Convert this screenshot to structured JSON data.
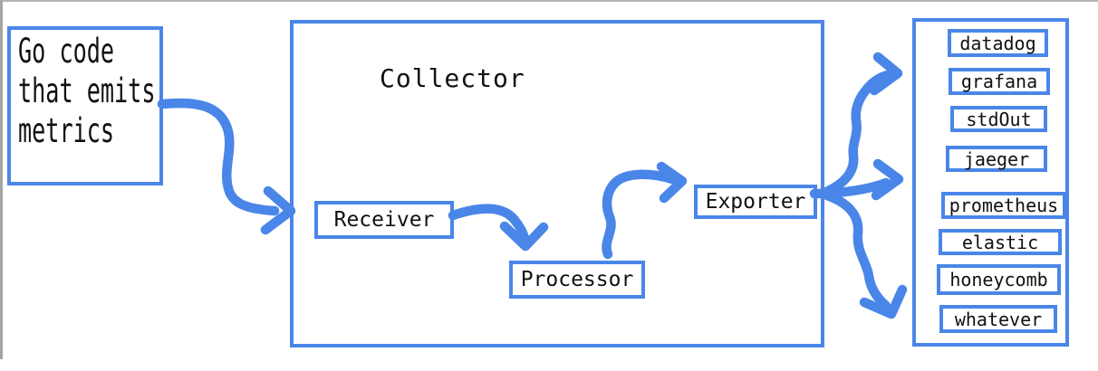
{
  "colors": {
    "accent_blue": "#4a86e8",
    "text": "#111111",
    "window_edge_gray": "#a5a5a5"
  },
  "source_box": {
    "lines": [
      "Go code",
      "that emits",
      "metrics"
    ]
  },
  "collector": {
    "title": "Collector",
    "stages": [
      {
        "label": "Receiver"
      },
      {
        "label": "Processor"
      },
      {
        "label": "Exporter"
      }
    ]
  },
  "destinations": {
    "items": [
      "datadog",
      "grafana",
      "stdOut",
      "jaeger",
      "prometheus",
      "elastic",
      "honeycomb",
      "whatever"
    ]
  }
}
